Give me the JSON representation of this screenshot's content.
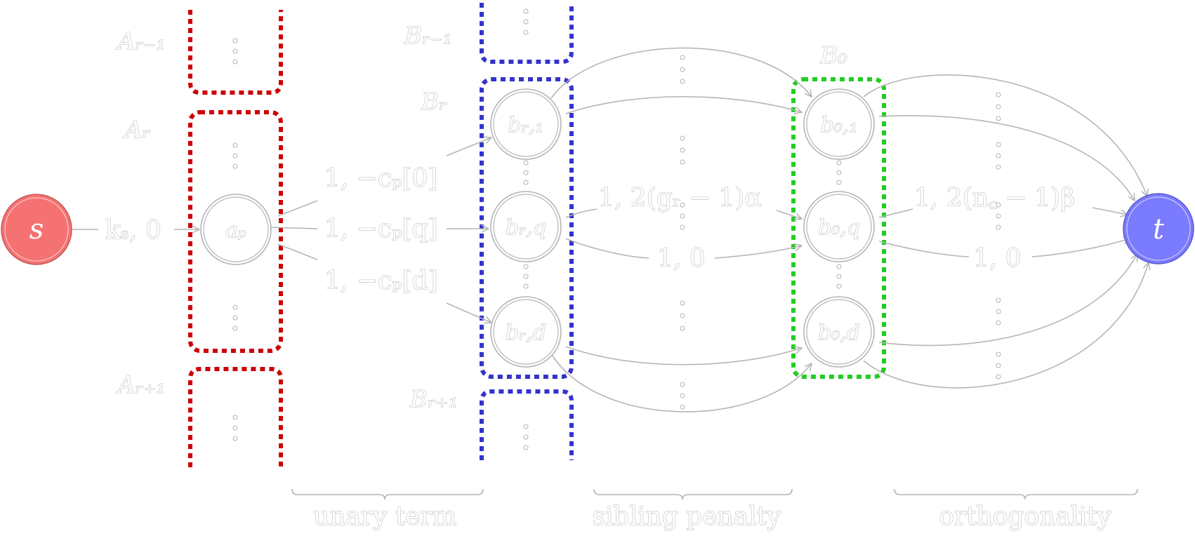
{
  "colors": {
    "source": "#f57272",
    "sink": "#7b7bff",
    "group_a": "#cc0000",
    "group_b": "#3333cc",
    "group_b0": "#22cc22",
    "edge": "#b5b5b5"
  },
  "terminals": {
    "source": "s",
    "sink": "t"
  },
  "groups": {
    "a_prev": "Aᵣ₋₁",
    "a_cur": "Aᵣ",
    "a_next": "Aᵣ₊₁",
    "b_prev": "Bᵣ₋₁",
    "b_cur": "Bᵣ",
    "b_next": "Bᵣ₊₁",
    "b_zero": "B₀"
  },
  "nodes": {
    "a_p": "aₚ",
    "b_r1": "bᵣ,₁",
    "b_rq": "bᵣ,q",
    "b_rd": "bᵣ,d",
    "b_01": "b₀,₁",
    "b_0q": "b₀,q",
    "b_0d": "b₀,d"
  },
  "edge_labels": {
    "source_edge": "kₛ, 0",
    "unary_0": "1, −cₚ[0]",
    "unary_q": "1, −cₚ[q]",
    "unary_d": "1, −cₚ[d]",
    "sibling": "1, 2(gᵣ − 1)α",
    "sibling_zero": "1, 0",
    "ortho": "1, 2(n꜀ − 1)β",
    "ortho_zero": "1, 0"
  },
  "sections": {
    "unary": "unary term",
    "sibling": "sibling penalty",
    "ortho": "orthogonality"
  }
}
